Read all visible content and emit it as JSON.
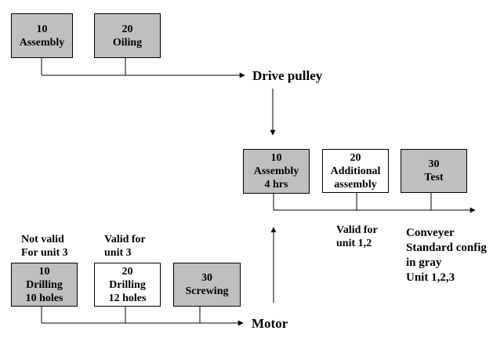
{
  "colors": {
    "standard_fill": "#bfbfbf",
    "other_fill": "#ffffff",
    "line": "#000000"
  },
  "drive_pulley_group": {
    "ops": [
      {
        "number": "10",
        "lines": [
          "Assembly"
        ],
        "standard": true
      },
      {
        "number": "20",
        "lines": [
          "Oiling"
        ],
        "standard": true
      }
    ],
    "result": "Drive pulley"
  },
  "conveyer_group": {
    "ops": [
      {
        "number": "10",
        "lines": [
          "Assembly",
          "4 hrs"
        ],
        "standard": true
      },
      {
        "number": "20",
        "lines": [
          "Additional",
          "assembly"
        ],
        "standard": false
      },
      {
        "number": "30",
        "lines": [
          "Test"
        ],
        "standard": true
      }
    ],
    "validity_note": [
      "Valid for",
      "unit 1,2"
    ],
    "legend": [
      "Conveyer",
      "Standard config",
      "in gray",
      "Unit 1,2,3"
    ]
  },
  "motor_group": {
    "ops": [
      {
        "number": "10",
        "lines": [
          "Drilling",
          "10 holes"
        ],
        "standard": true
      },
      {
        "number": "20",
        "lines": [
          "Drilling",
          "12 holes"
        ],
        "standard": false
      },
      {
        "number": "30",
        "lines": [
          "Screwing"
        ],
        "standard": true
      }
    ],
    "validity_notes": [
      [
        "Not valid",
        "For unit 3"
      ],
      [
        "Valid for",
        "unit 3"
      ]
    ],
    "result": "Motor"
  }
}
